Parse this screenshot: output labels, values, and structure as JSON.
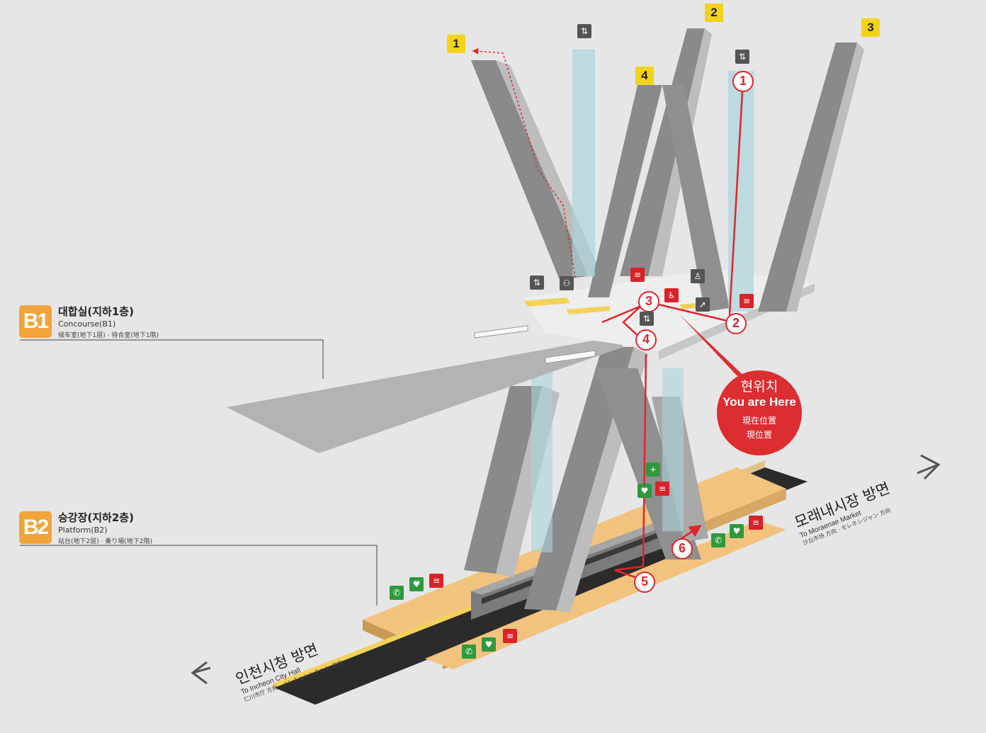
{
  "levels": [
    {
      "badge": "B1",
      "title": "대합실(지하1층)",
      "subtitle": "Concourse(B1)",
      "subtitle2": "候车室(地下1层) · 待合室(地下1階)"
    },
    {
      "badge": "B2",
      "title": "승강장(지하2층)",
      "subtitle": "Platform(B2)",
      "subtitle2": "站台(地下2层) · 乗り場(地下2階)"
    }
  ],
  "exits": [
    "1",
    "2",
    "3",
    "4"
  ],
  "route_steps": [
    "1",
    "2",
    "3",
    "4",
    "5",
    "6"
  ],
  "you_are_here": {
    "korean": "현위치",
    "english": "You are Here",
    "chinese": "現在位置",
    "japanese": "現位置"
  },
  "directions": [
    {
      "korean": "인천시청 방면",
      "english": "To Incheon City Hall",
      "cjk": "仁川市厅 方向 · インチョンシチョン 方向"
    },
    {
      "korean": "모래내시장 방면",
      "english": "To Moraenae Market",
      "cjk": "沙丘市场 方向 · モレネシジャン 方向"
    }
  ],
  "icons": [
    "elevator-icon",
    "restroom-icon",
    "fire-extinguisher-icon",
    "wheelchair-icon",
    "nursing-room-icon",
    "emergency-phone-icon",
    "aed-icon",
    "emergency-exit-icon"
  ],
  "colors": {
    "route": "#e2252b",
    "level_badge": "#f0a43a",
    "exit_badge": "#f3d21b",
    "platform": "#f2c37f",
    "track": "#2b2b2b",
    "structure": "#9a9a9a"
  }
}
